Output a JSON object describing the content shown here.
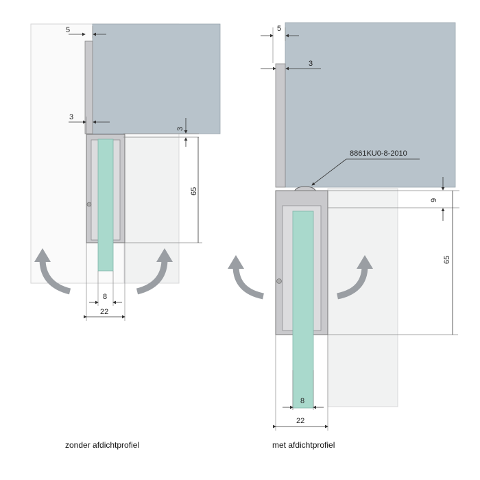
{
  "colors": {
    "panel": "#b8c3cb",
    "glass": "#a9d9cc",
    "profile": "#c9c9cc",
    "arrow": "#9a9ea3",
    "outline": "#cfcfd2"
  },
  "left": {
    "caption": "zonder afdichtprofiel",
    "dims": {
      "top_gap": "5",
      "side_gap": "3",
      "bottom_gap": "3",
      "depth": "65",
      "glass_width": "8",
      "profile_width": "22"
    }
  },
  "right": {
    "caption": "met afdichtprofiel",
    "part_number": "8861KU0-8-2010",
    "dims": {
      "top_gap": "5",
      "side_gap": "3",
      "seal_gap": "9",
      "depth": "65",
      "glass_width": "8",
      "profile_width": "22"
    }
  },
  "icons": [
    "rotation-arrow-left-icon",
    "rotation-arrow-right-icon"
  ]
}
